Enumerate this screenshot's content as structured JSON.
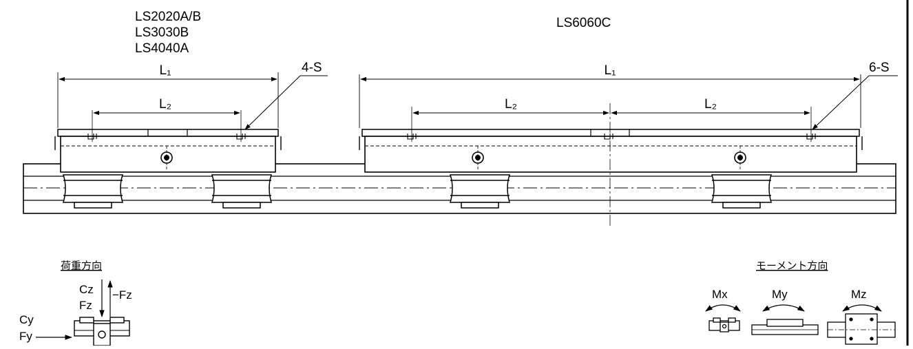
{
  "models_left": [
    "LS2020A/B",
    "LS3030B",
    "LS4040A"
  ],
  "model_right": "LS6060C",
  "dims": {
    "l1_label": "L₁",
    "l2_label": "L₂",
    "left_screw_callout": "4-S",
    "right_screw_callout": "6-S"
  },
  "load_direction": {
    "heading": "荷重方向",
    "cz": "Cz",
    "fz": "Fz",
    "neg_fz": "−Fz",
    "cy": "Cy",
    "fy": "Fy"
  },
  "moment_direction": {
    "heading": "モーメント方向",
    "mx": "Mx",
    "my": "My",
    "mz": "Mz"
  }
}
